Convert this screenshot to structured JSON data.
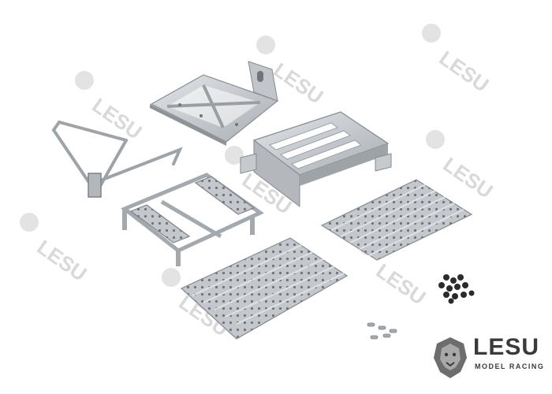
{
  "brand": {
    "name": "LESU",
    "tagline": "MODEL RACING"
  },
  "colors": {
    "metal": "#b8bcc0",
    "metal_dark": "#7d8287",
    "metal_light": "#dde0e3",
    "watermark": "#d7d7d7",
    "background": "#ffffff"
  },
  "parts": [
    {
      "name": "mounting-plate"
    },
    {
      "name": "battery-tray"
    },
    {
      "name": "rear-view-mirror-bracket"
    },
    {
      "name": "ladder-step-frame"
    },
    {
      "name": "perforated-deck-plate-left"
    },
    {
      "name": "perforated-deck-plate-right"
    },
    {
      "name": "screw-set"
    }
  ]
}
